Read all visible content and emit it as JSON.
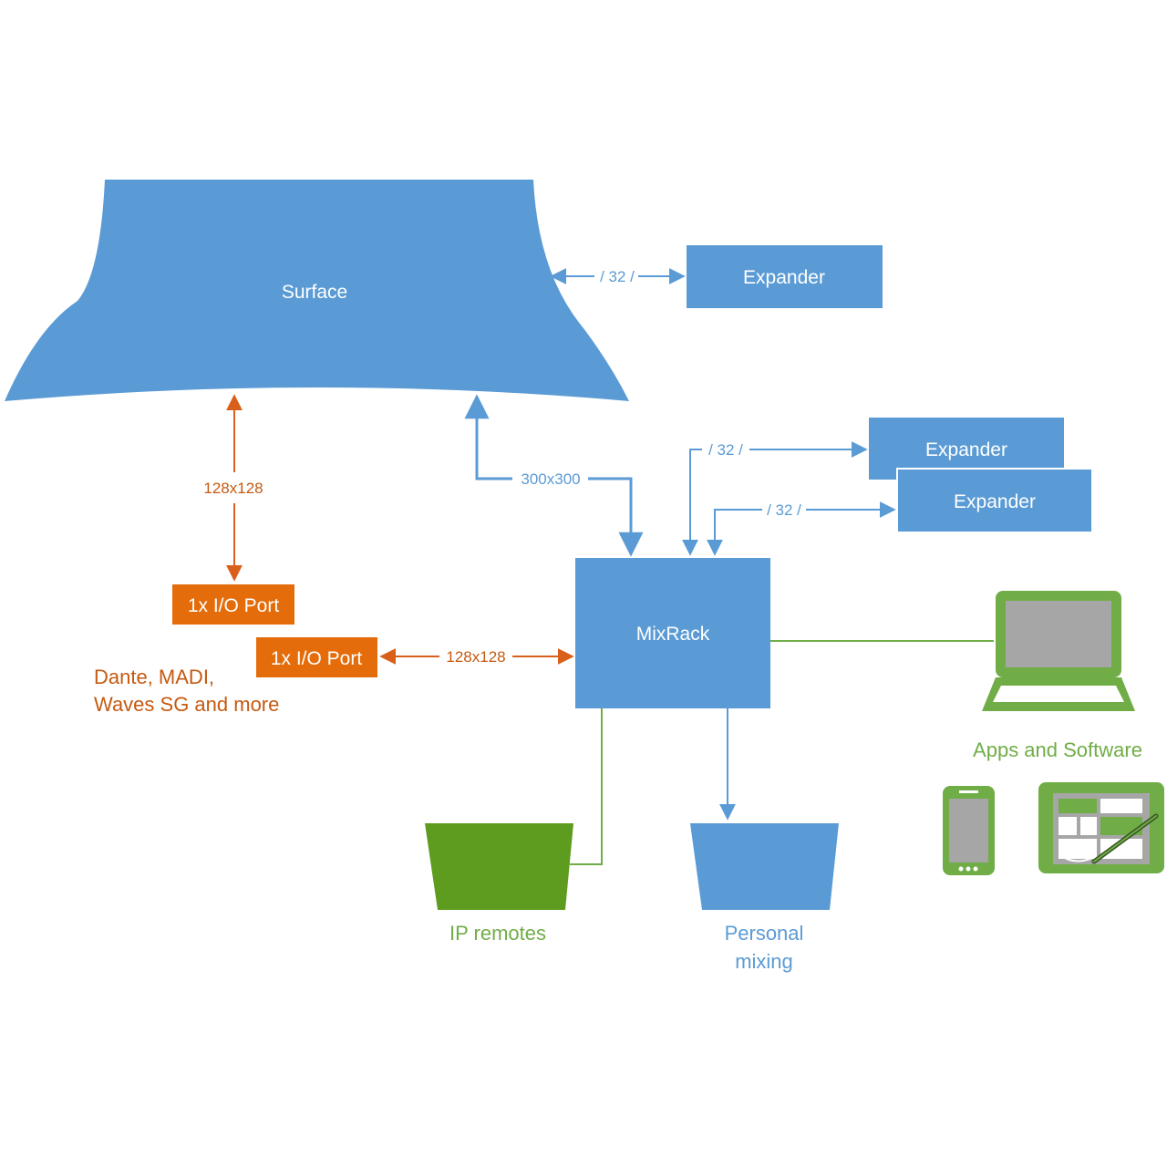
{
  "nodes": {
    "surface": "Surface",
    "expander_top": "Expander",
    "expander_mid": "Expander",
    "expander_low": "Expander",
    "mixrack": "MixRack",
    "io_port_surface": "1x I/O Port",
    "io_port_mixrack": "1x I/O Port",
    "ip_remotes": "IP remotes",
    "personal_mixing_line1": "Personal",
    "personal_mixing_line2": "mixing",
    "apps_software": "Apps and Software",
    "io_note_line1": "Dante, MADI,",
    "io_note_line2": "Waves SG and more"
  },
  "links": {
    "surface_expander": "/ 32 /",
    "mixrack_expander_1": "/ 32 /",
    "mixrack_expander_2": "/ 32 /",
    "surface_mixrack": "300x300",
    "surface_io": "128x128",
    "mixrack_io": "128x128"
  },
  "colors": {
    "blue": "#5b9bd5",
    "orange": "#d9601a",
    "green": "#70ad47",
    "dark_green": "#5e9c1f"
  },
  "icons": [
    "laptop-icon",
    "phone-icon",
    "tablet-icon"
  ]
}
